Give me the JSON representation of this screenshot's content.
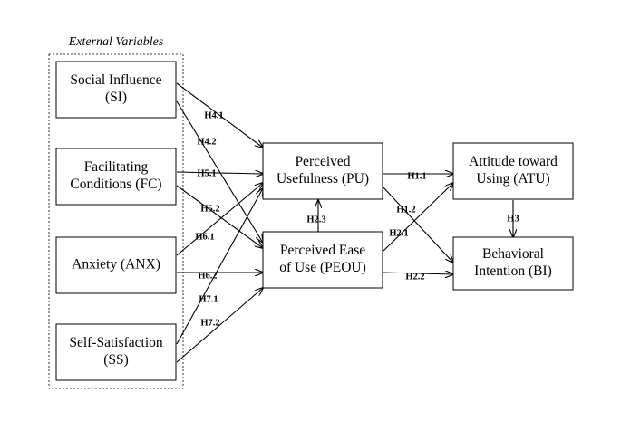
{
  "external_group": {
    "title": "External Variables"
  },
  "nodes": {
    "si": {
      "lines": [
        "Social Influence",
        "(SI)"
      ]
    },
    "fc": {
      "lines": [
        "Facilitating",
        "Conditions (FC)"
      ]
    },
    "anx": {
      "lines": [
        "Anxiety (ANX)"
      ]
    },
    "ss": {
      "lines": [
        "Self-Satisfaction",
        "(SS)"
      ]
    },
    "pu": {
      "lines": [
        "Perceived",
        "Usefulness (PU)"
      ]
    },
    "peou": {
      "lines": [
        "Perceived Ease",
        "of Use (PEOU)"
      ]
    },
    "atu": {
      "lines": [
        "Attitude toward",
        "Using (ATU)"
      ]
    },
    "bi": {
      "lines": [
        "Behavioral",
        "Intention (BI)"
      ]
    }
  },
  "edges": [
    {
      "id": "h4-1",
      "label": "H4.1",
      "from": "si",
      "to": "pu"
    },
    {
      "id": "h4-2",
      "label": "H4.2",
      "from": "si",
      "to": "peou"
    },
    {
      "id": "h5-1",
      "label": "H5.1",
      "from": "fc",
      "to": "pu"
    },
    {
      "id": "h5-2",
      "label": "H5.2",
      "from": "fc",
      "to": "peou"
    },
    {
      "id": "h6-1",
      "label": "H6.1",
      "from": "anx",
      "to": "pu"
    },
    {
      "id": "h6-2",
      "label": "H6.2",
      "from": "anx",
      "to": "peou"
    },
    {
      "id": "h7-1",
      "label": "H7.1",
      "from": "ss",
      "to": "pu"
    },
    {
      "id": "h7-2",
      "label": "H7.2",
      "from": "ss",
      "to": "peou"
    },
    {
      "id": "h2-3",
      "label": "H2.3",
      "from": "peou",
      "to": "pu"
    },
    {
      "id": "h1-1",
      "label": "H1.1",
      "from": "pu",
      "to": "atu"
    },
    {
      "id": "h1-2",
      "label": "H1.2",
      "from": "pu",
      "to": "bi"
    },
    {
      "id": "h2-1",
      "label": "H2.1",
      "from": "peou",
      "to": "atu"
    },
    {
      "id": "h2-2",
      "label": "H2.2",
      "from": "peou",
      "to": "bi"
    },
    {
      "id": "h3",
      "label": "H3",
      "from": "atu",
      "to": "bi"
    }
  ]
}
